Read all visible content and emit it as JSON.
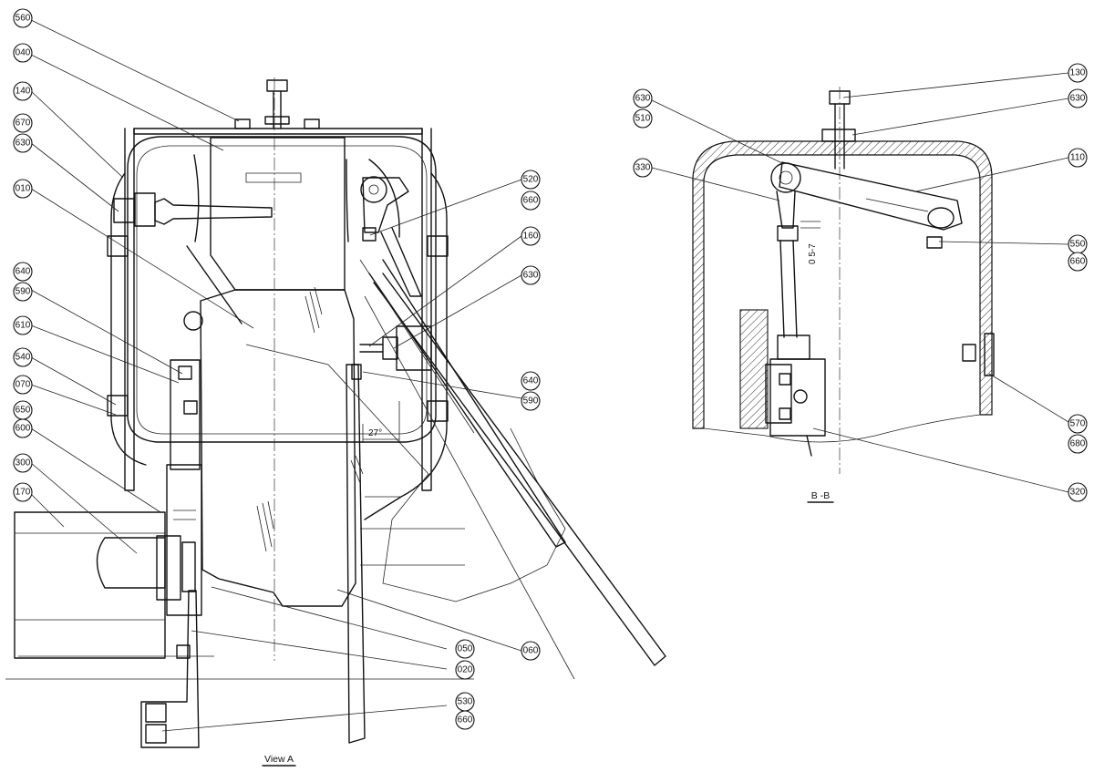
{
  "views": {
    "view_a_caption": "View A",
    "section_bb_caption": "B -B"
  },
  "dimensions": {
    "angle": "27°",
    "gap": "0 5-7"
  },
  "callouts_view_a": [
    {
      "id": "c560",
      "label": "560"
    },
    {
      "id": "c040",
      "label": "040"
    },
    {
      "id": "c140",
      "label": "140"
    },
    {
      "id": "c670",
      "label": "670"
    },
    {
      "id": "c630a",
      "label": "630"
    },
    {
      "id": "c010",
      "label": "010"
    },
    {
      "id": "c640a",
      "label": "640"
    },
    {
      "id": "c590a",
      "label": "590"
    },
    {
      "id": "c610",
      "label": "610"
    },
    {
      "id": "c540",
      "label": "540"
    },
    {
      "id": "c070",
      "label": "070"
    },
    {
      "id": "c650",
      "label": "650"
    },
    {
      "id": "c600",
      "label": "600"
    },
    {
      "id": "c300",
      "label": "300"
    },
    {
      "id": "c170",
      "label": "170"
    },
    {
      "id": "c520",
      "label": "520"
    },
    {
      "id": "c660a",
      "label": "660"
    },
    {
      "id": "c160",
      "label": "160"
    },
    {
      "id": "c630b",
      "label": "630"
    },
    {
      "id": "c640b",
      "label": "640"
    },
    {
      "id": "c590b",
      "label": "590"
    },
    {
      "id": "c050",
      "label": "050"
    },
    {
      "id": "c060",
      "label": "060"
    },
    {
      "id": "c020",
      "label": "020"
    },
    {
      "id": "c530",
      "label": "530"
    },
    {
      "id": "c660b",
      "label": "660"
    }
  ],
  "callouts_section_bb": [
    {
      "id": "c630c",
      "label": "630"
    },
    {
      "id": "c510",
      "label": "510"
    },
    {
      "id": "c330",
      "label": "330"
    },
    {
      "id": "c130",
      "label": "130"
    },
    {
      "id": "c630d",
      "label": "630"
    },
    {
      "id": "c110",
      "label": "110"
    },
    {
      "id": "c550",
      "label": "550"
    },
    {
      "id": "c660c",
      "label": "660"
    },
    {
      "id": "c570",
      "label": "570"
    },
    {
      "id": "c680",
      "label": "680"
    },
    {
      "id": "c320",
      "label": "320"
    }
  ]
}
